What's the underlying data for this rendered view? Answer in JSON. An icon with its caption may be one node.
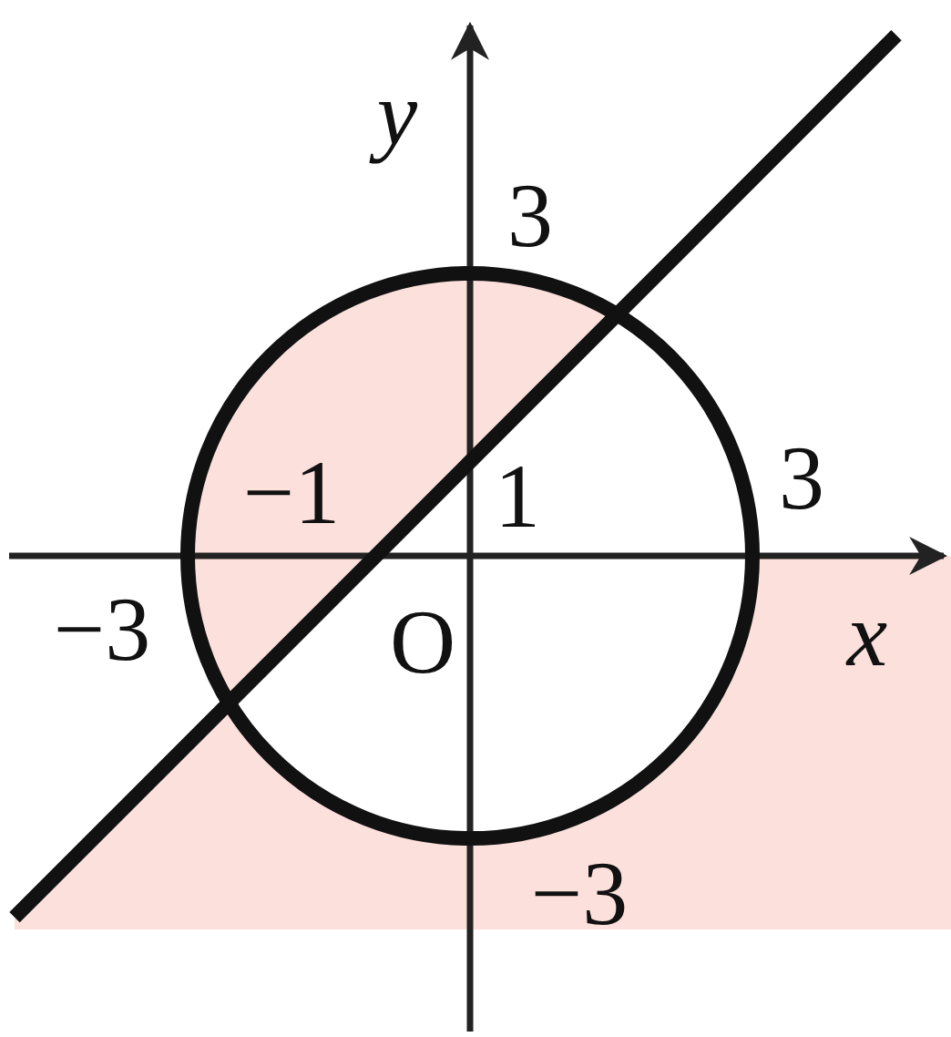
{
  "diagram": {
    "labels": [
      "y",
      "3",
      "−1",
      "1",
      "3",
      "−3",
      "O",
      "x",
      "−3"
    ]
  }
}
